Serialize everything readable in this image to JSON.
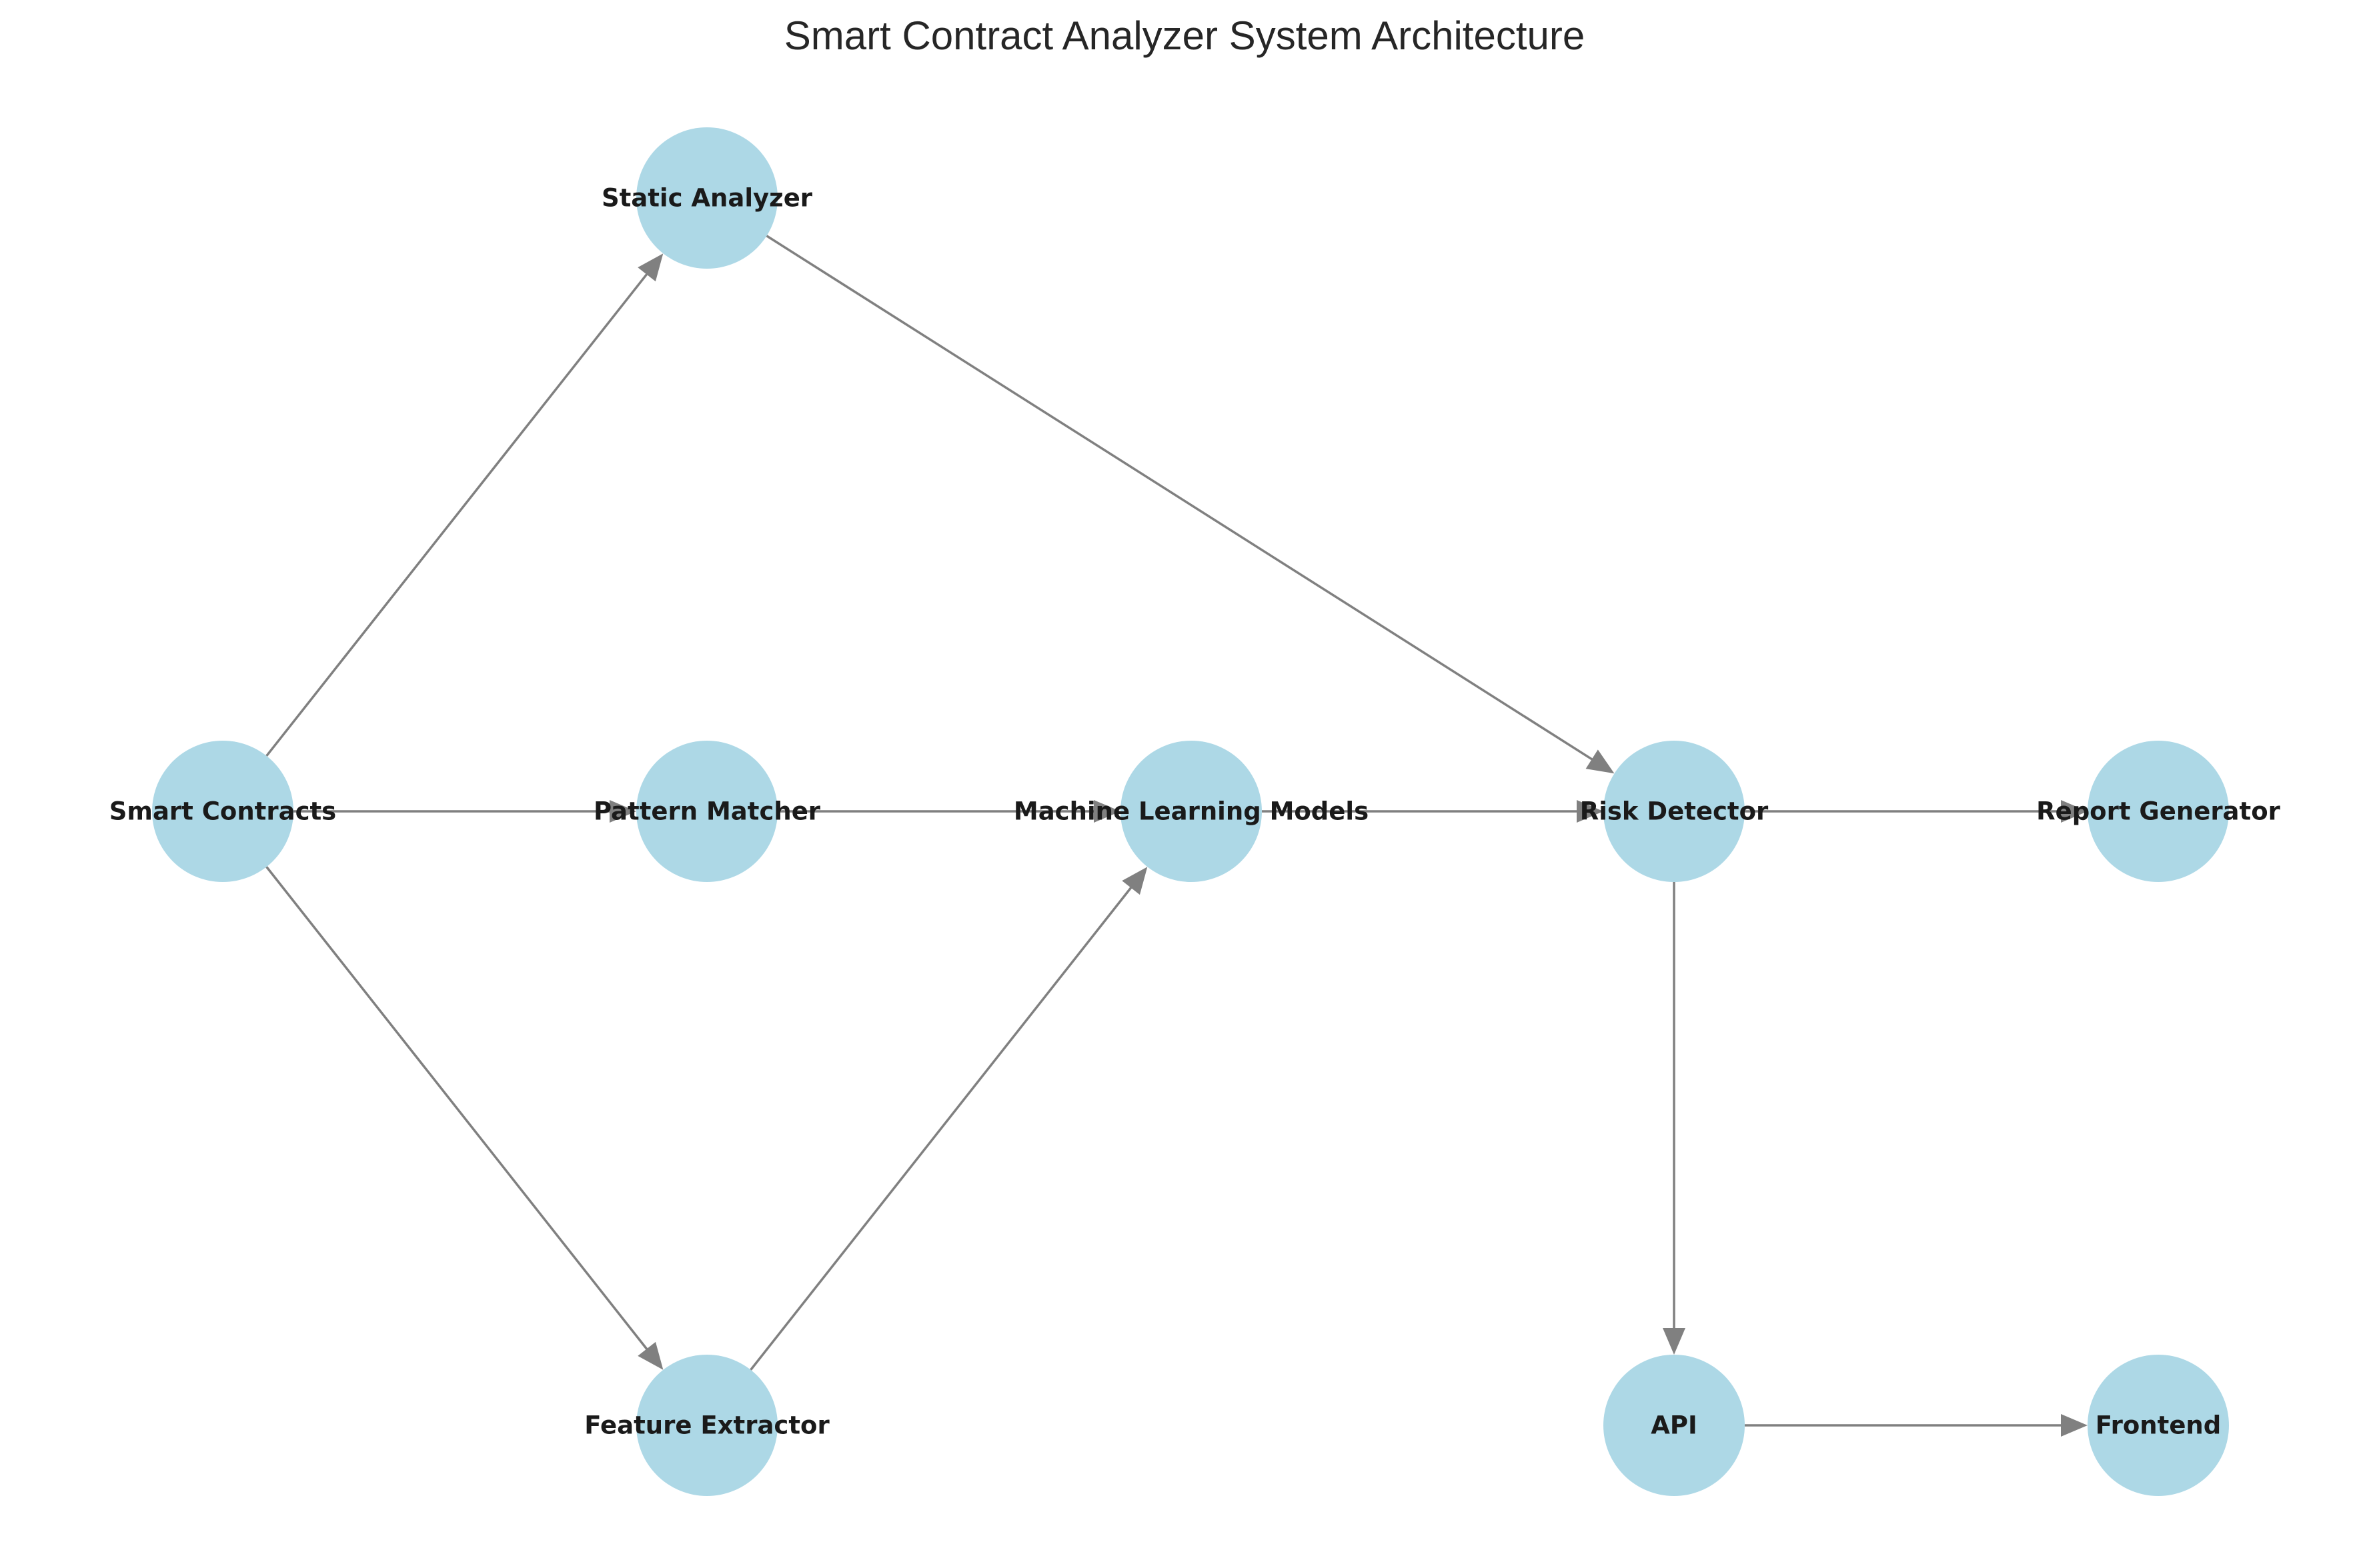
{
  "title": "Smart Contract Analyzer System Architecture",
  "node_color": "#add8e6",
  "edge_color": "#808080",
  "nodes": [
    {
      "id": "smart_contracts",
      "label": "Smart Contracts"
    },
    {
      "id": "static_analyzer",
      "label": "Static Analyzer"
    },
    {
      "id": "pattern_matcher",
      "label": "Pattern Matcher"
    },
    {
      "id": "feature_extractor",
      "label": "Feature Extractor"
    },
    {
      "id": "ml_models",
      "label": "Machine Learning Models"
    },
    {
      "id": "risk_detector",
      "label": "Risk Detector"
    },
    {
      "id": "report_generator",
      "label": "Report Generator"
    },
    {
      "id": "api",
      "label": "API"
    },
    {
      "id": "frontend",
      "label": "Frontend"
    }
  ],
  "edges": [
    {
      "from": "smart_contracts",
      "to": "static_analyzer"
    },
    {
      "from": "smart_contracts",
      "to": "pattern_matcher"
    },
    {
      "from": "smart_contracts",
      "to": "feature_extractor"
    },
    {
      "from": "static_analyzer",
      "to": "risk_detector"
    },
    {
      "from": "pattern_matcher",
      "to": "ml_models"
    },
    {
      "from": "feature_extractor",
      "to": "ml_models"
    },
    {
      "from": "ml_models",
      "to": "risk_detector"
    },
    {
      "from": "risk_detector",
      "to": "report_generator"
    },
    {
      "from": "risk_detector",
      "to": "api"
    },
    {
      "from": "api",
      "to": "frontend"
    }
  ]
}
